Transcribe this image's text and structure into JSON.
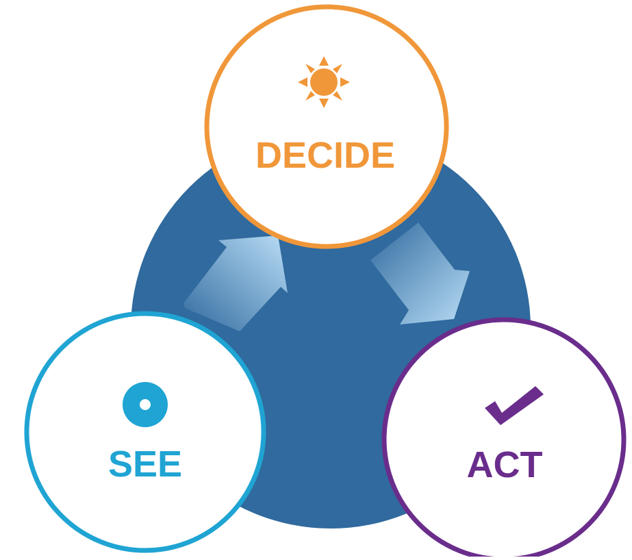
{
  "diagram": {
    "steps": [
      {
        "label": "DECIDE",
        "icon": "sun-icon",
        "color": "#F0973A"
      },
      {
        "label": "SEE",
        "icon": "eye-icon",
        "color": "#1FA4D3"
      },
      {
        "label": "ACT",
        "icon": "checkmark-icon",
        "color": "#6A2D8C"
      }
    ],
    "colors": {
      "hub": "#306A9E",
      "arrow_light": "#B9DDF6"
    }
  }
}
